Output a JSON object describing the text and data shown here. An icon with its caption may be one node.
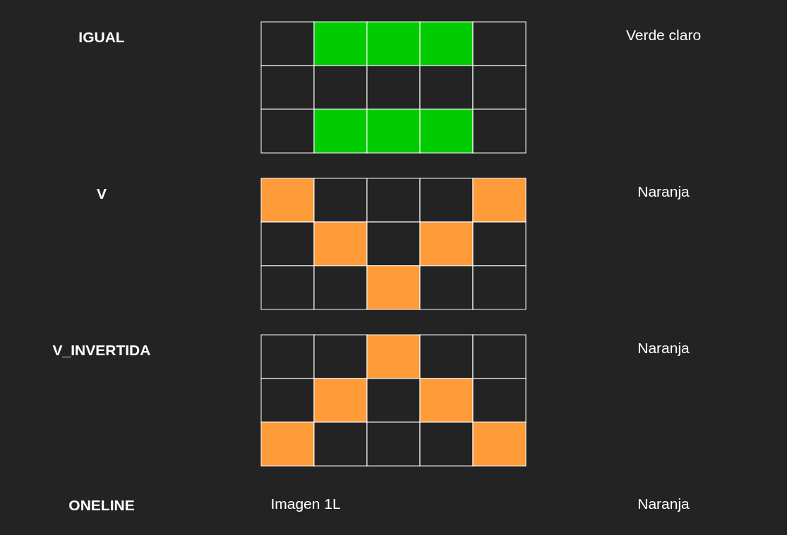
{
  "diagram": {
    "labels": [
      "IGUAL",
      "Verde claro",
      "V",
      "Naranja",
      "V_INVERTIDA",
      "Naranja",
      "ONELINE",
      "Imagen 1L",
      "Naranja"
    ]
  }
}
